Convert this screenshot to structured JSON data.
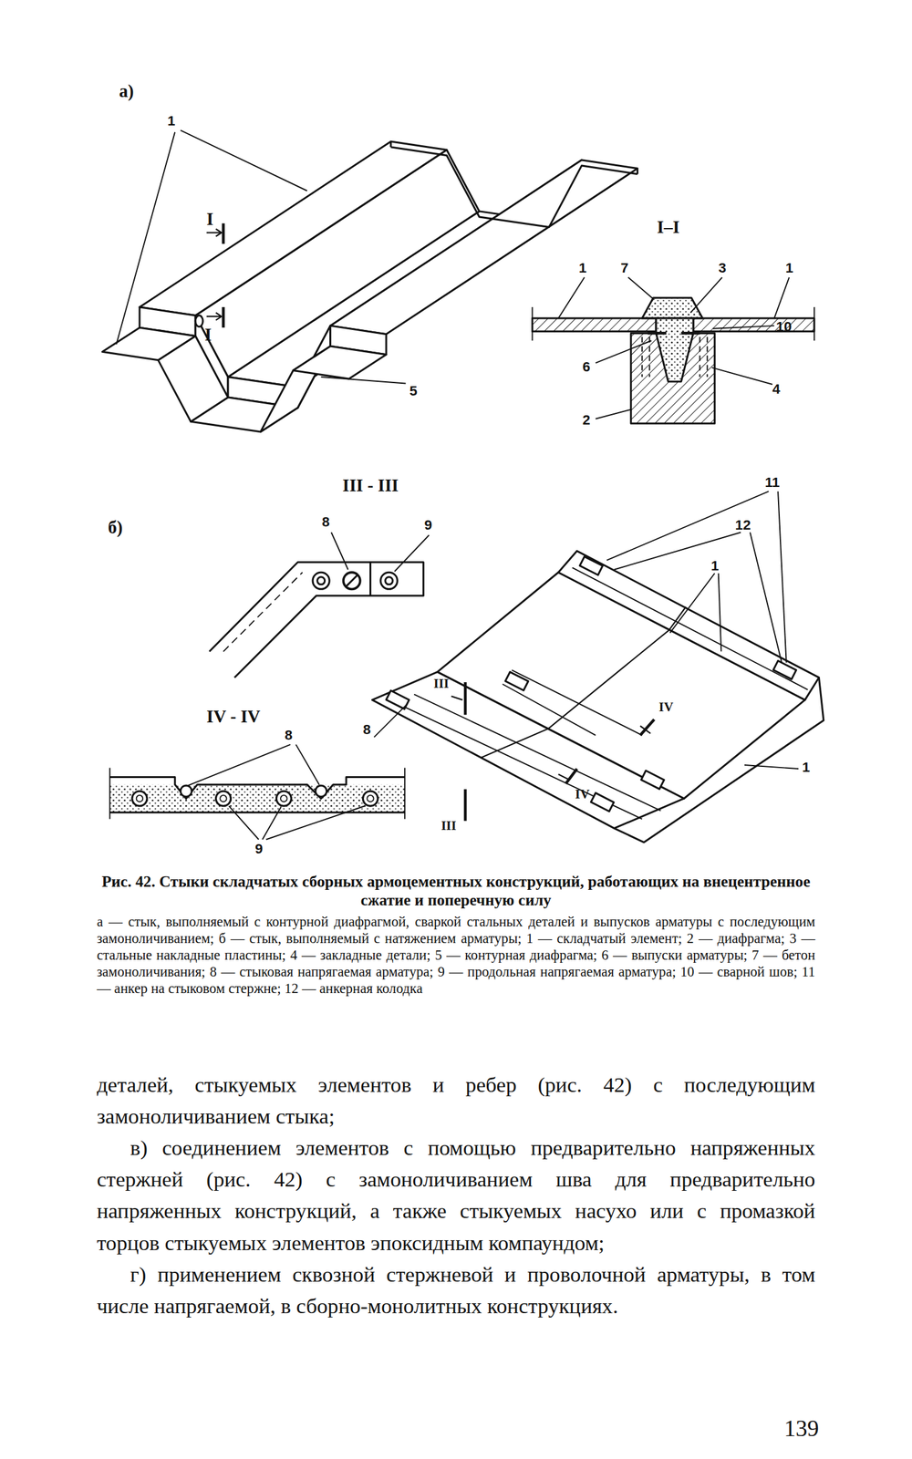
{
  "diagram": {
    "caption": "Рис. 42. Стыки складчатых сборных армоцементных конструкций, работающих на внецентренное сжатие и поперечную силу",
    "labels": [
      "а)",
      "1",
      "I",
      "I",
      "5",
      "I–I",
      "1",
      "7",
      "3",
      "1",
      "6",
      "10",
      "4",
      "2",
      "III - III",
      "б)",
      "8",
      "9",
      "11",
      "12",
      "1",
      "IV - IV",
      "8",
      "8",
      "III",
      "IV",
      "IV",
      "III",
      "1",
      "9",
      "а — стык, выполняемый с контурной диафрагмой, сваркой стальных деталей и выпусков арматуры с последующим замоноличиванием; б — стык, выполняемый с натяжением арматуры; 1 — складчатый элемент; 2 — диафрагма; 3 — стальные накладные пластины; 4 — закладные детали; 5 — контурная диафрагма; 6 — выпуски арматуры; 7 — бетон замоноличивания; 8 — стыковая напрягаемая арматура; 9 — продольная напрягаемая арматура; 10 — сварной шов; 11 — анкер на стыковом стержне; 12 — анкерная колодка",
      "деталей, стыкуемых элементов и ребер (рис. 42) с последующим замоноличиванием стыка;",
      "в) соединением элементов с помощью предварительно напряженных стержней (рис. 42) с замоноличиванием шва для предварительно напряженных конструкций, а также стыкуемых насухо или с промазкой торцов стыкуемых элементов эпоксидным компаундом;",
      "г) применением сквозной стержневой и проволочной арматуры, в том числе напрягаемой, в сборно-монолитных конструкциях.",
      "139"
    ]
  }
}
